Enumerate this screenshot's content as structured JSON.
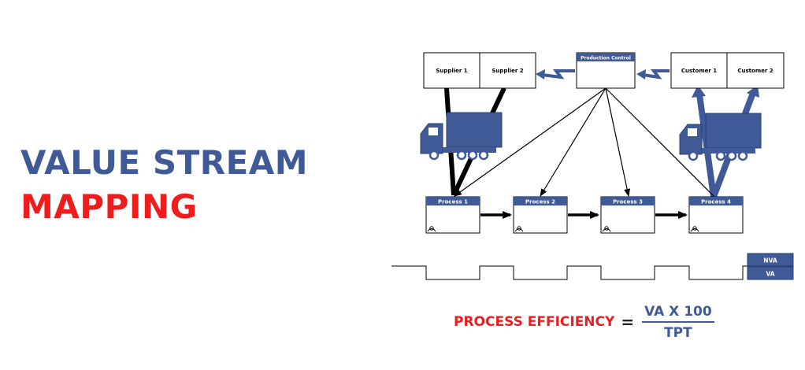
{
  "title": {
    "line1": "VALUE STREAM",
    "line2": "MAPPING"
  },
  "colors": {
    "blue": "#3f5a97",
    "red": "#ee1c1c",
    "black": "#000000"
  },
  "map": {
    "supplier_boxes": [
      "Supplier 1",
      "Supplier 2"
    ],
    "production_control": "Production Control",
    "customer_boxes": [
      "Customer 1",
      "Customer 2"
    ],
    "processes": [
      "Process 1",
      "Process 2",
      "Process 3",
      "Process 4"
    ],
    "icons": [
      "truck-icon",
      "truck-icon",
      "operator-icon"
    ]
  },
  "timeline": {
    "nva_label": "NVA",
    "va_label": "VA"
  },
  "formula": {
    "label": "PROCESS EFFICIENCY",
    "equals": "=",
    "numerator": "VA X 100",
    "denominator": "TPT"
  }
}
